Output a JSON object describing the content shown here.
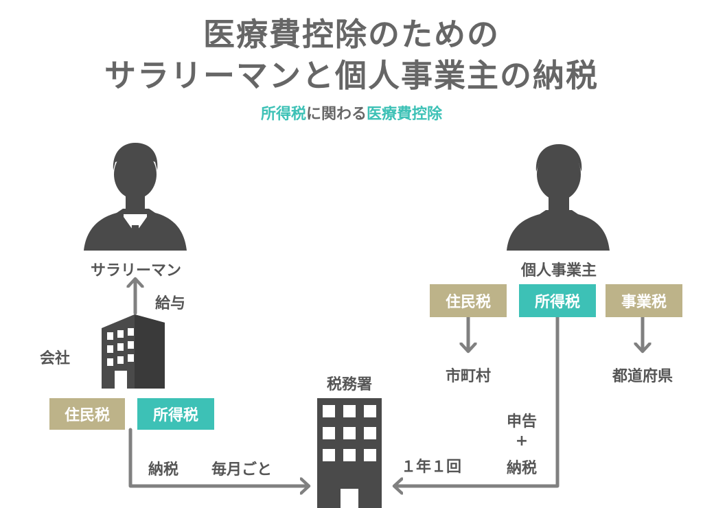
{
  "colors": {
    "title": "#666666",
    "accent": "#3dc1b6",
    "beige": "#bdb389",
    "dark": "#4a4a4a",
    "arrow": "#808080"
  },
  "header": {
    "title_line1": "医療費控除のための",
    "title_line2": "サラリーマンと個人事業主の納税",
    "subtitle_part1": "所得税",
    "subtitle_part2": "に関わる",
    "subtitle_part3": "医療費控除"
  },
  "salaryman": {
    "label": "サラリーマン",
    "salary_label": "給与",
    "icon": "businessman-silhouette-icon"
  },
  "company": {
    "label": "会社",
    "icon": "office-building-icon",
    "tax_boxes": [
      "住民税",
      "所得税"
    ],
    "payment_label": "納税",
    "frequency_label": "毎月ごと"
  },
  "tax_office": {
    "label": "税務署",
    "icon": "tax-office-building-icon"
  },
  "self_employed": {
    "label": "個人事業主",
    "icon": "person-silhouette-icon",
    "tax_boxes": [
      "住民税",
      "所得税",
      "事業税"
    ],
    "destinations": [
      "市町村",
      "都道府県"
    ],
    "filing_label": "申告",
    "plus_label": "+",
    "payment_label": "納税",
    "frequency_label": "１年１回"
  }
}
